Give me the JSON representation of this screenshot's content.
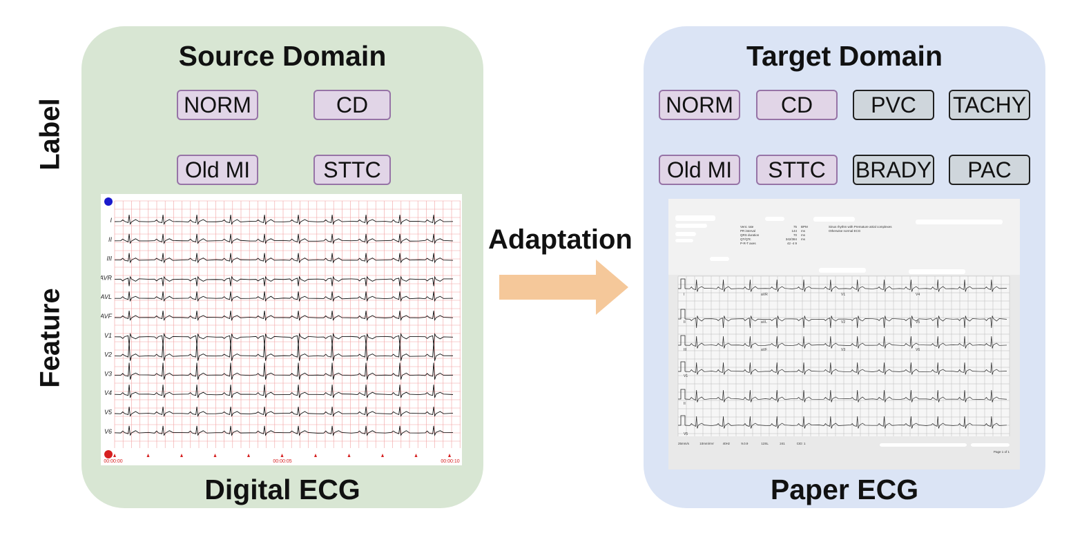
{
  "side_labels": {
    "label": "Label",
    "feature": "Feature"
  },
  "source": {
    "title": "Source Domain",
    "caption": "Digital ECG",
    "classes": [
      "NORM",
      "CD",
      "Old MI",
      "STTC"
    ],
    "leads": [
      "I",
      "II",
      "III",
      "AVR",
      "AVL",
      "AVF",
      "V1",
      "V2",
      "V3",
      "V4",
      "V5",
      "V6"
    ],
    "time_ticks": [
      "00:00:00",
      "00:00:05",
      "00:00:10"
    ]
  },
  "arrow": {
    "label": "Adaptation",
    "color": "#f5c89a"
  },
  "target": {
    "title": "Target Domain",
    "caption": "Paper ECG",
    "shared_classes": [
      "NORM",
      "CD",
      "Old MI",
      "STTC"
    ],
    "extra_classes": [
      "PVC",
      "TACHY",
      "BRADY",
      "PAC"
    ],
    "lead_labels": [
      "I",
      "aVR",
      "V1",
      "V4",
      "II",
      "aVL",
      "V2",
      "V5",
      "III",
      "aVF",
      "V3",
      "V6",
      "V1",
      "II",
      "V5"
    ],
    "header_fields": [
      "Vent. rate",
      "PR interval",
      "QRS duration",
      "QT/QTc",
      "P-R-T axes"
    ],
    "header_values": [
      "75",
      "144",
      "70",
      "342/384",
      "42 -4 9"
    ],
    "header_units": [
      "BPM",
      "ms",
      "ms",
      "ms",
      ""
    ],
    "interpretation": [
      "Sinus rhythm with Premature atrial complexes",
      "Otherwise normal ECG"
    ],
    "footer": [
      "25mm/s",
      "10mm/mV",
      "40Hz",
      "9.0.9",
      "12SL",
      "241",
      "CID: 1"
    ],
    "page": "Page 1 of 1"
  },
  "colors": {
    "source_bg": "#d8e6d3",
    "target_bg": "#dbe4f5",
    "shared_chip": "#e1d5e7",
    "extra_chip": "#cfd6dc",
    "ecg_grid": "#f2a0a0",
    "ecg_time": "#d62020"
  }
}
